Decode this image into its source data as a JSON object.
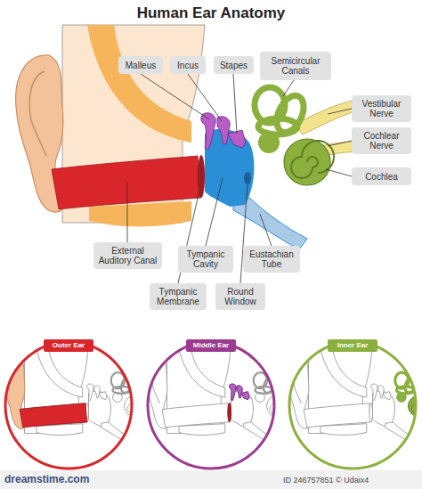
{
  "diagram": {
    "title": "Human Ear Anatomy",
    "nodes": [
      {
        "text": [
          "Malleus"
        ]
      },
      {
        "text": [
          "Incus"
        ]
      },
      {
        "text": [
          "Stapes"
        ]
      },
      {
        "text": [
          "Semicircular Canals"
        ]
      },
      {
        "text": [
          "Vestibular Nerve"
        ]
      },
      {
        "text": [
          "Cochlear Nerve"
        ]
      },
      {
        "text": [
          "Cochlea"
        ]
      },
      {
        "text": [
          "External Auditory Canal"
        ]
      },
      {
        "text": [
          "Tympanic Cavity"
        ]
      },
      {
        "text": [
          "Eustachian Tube"
        ]
      },
      {
        "text": [
          "Tympanic Membrane"
        ]
      },
      {
        "text": [
          "Round Window"
        ]
      },
      {
        "text": [
          "Outer Ear"
        ]
      },
      {
        "text": [
          "Middle Ear"
        ]
      },
      {
        "text": [
          "Inner Ear"
        ]
      }
    ],
    "labels": [
      "dreamstime.com",
      "ID 246757851 © Udaix4"
    ]
  }
}
